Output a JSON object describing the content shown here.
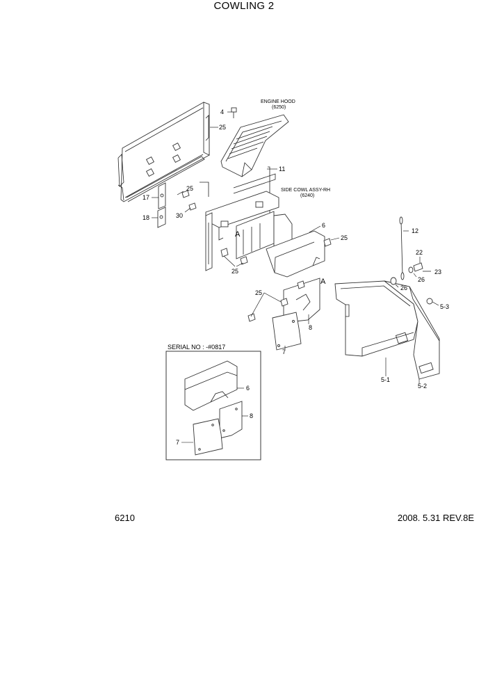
{
  "page": {
    "title": "COWLING 2",
    "page_number": "6210",
    "revision": "2008. 5.31  REV.8E"
  },
  "labels": {
    "engine_hood_line1": "ENGINE HOOD",
    "engine_hood_line2": "(6250)",
    "side_cowl_line1": "SIDE COWL ASSY-RH",
    "side_cowl_line2": "(6240)",
    "serial_no": "SERIAL NO : -#0817",
    "view_mark_a1": "A",
    "view_mark_a2": "A"
  },
  "callouts": {
    "c4": "4",
    "c25_top": "25",
    "c11": "11",
    "c25_left": "25",
    "c17": "17",
    "c30": "30",
    "c18": "18",
    "c6": "6",
    "c25_right": "25",
    "c25_mid": "25",
    "c25_lower": "25",
    "c12": "12",
    "c22": "22",
    "c23": "23",
    "c26a": "26",
    "c26b": "26",
    "c53": "5-3",
    "c8": "8",
    "c7": "7",
    "c51": "5-1",
    "c52": "5-2",
    "inset_c6": "6",
    "inset_c8": "8",
    "inset_c7": "7"
  }
}
